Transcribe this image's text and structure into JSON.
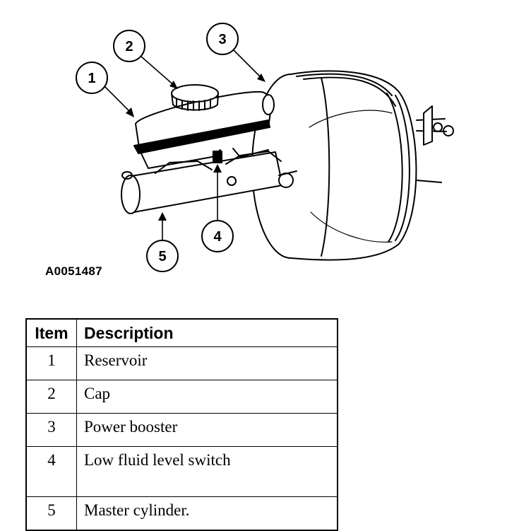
{
  "figure_id": "A0051487",
  "callouts": [
    "1",
    "2",
    "3",
    "4",
    "5"
  ],
  "table": {
    "headers": {
      "item": "Item",
      "description": "Description"
    },
    "rows": [
      {
        "item": "1",
        "description": "Reservoir"
      },
      {
        "item": "2",
        "description": "Cap"
      },
      {
        "item": "3",
        "description": "Power booster"
      },
      {
        "item": "4",
        "description": "Low fluid level switch"
      },
      {
        "item": "5",
        "description": "Master cylinder."
      }
    ]
  }
}
